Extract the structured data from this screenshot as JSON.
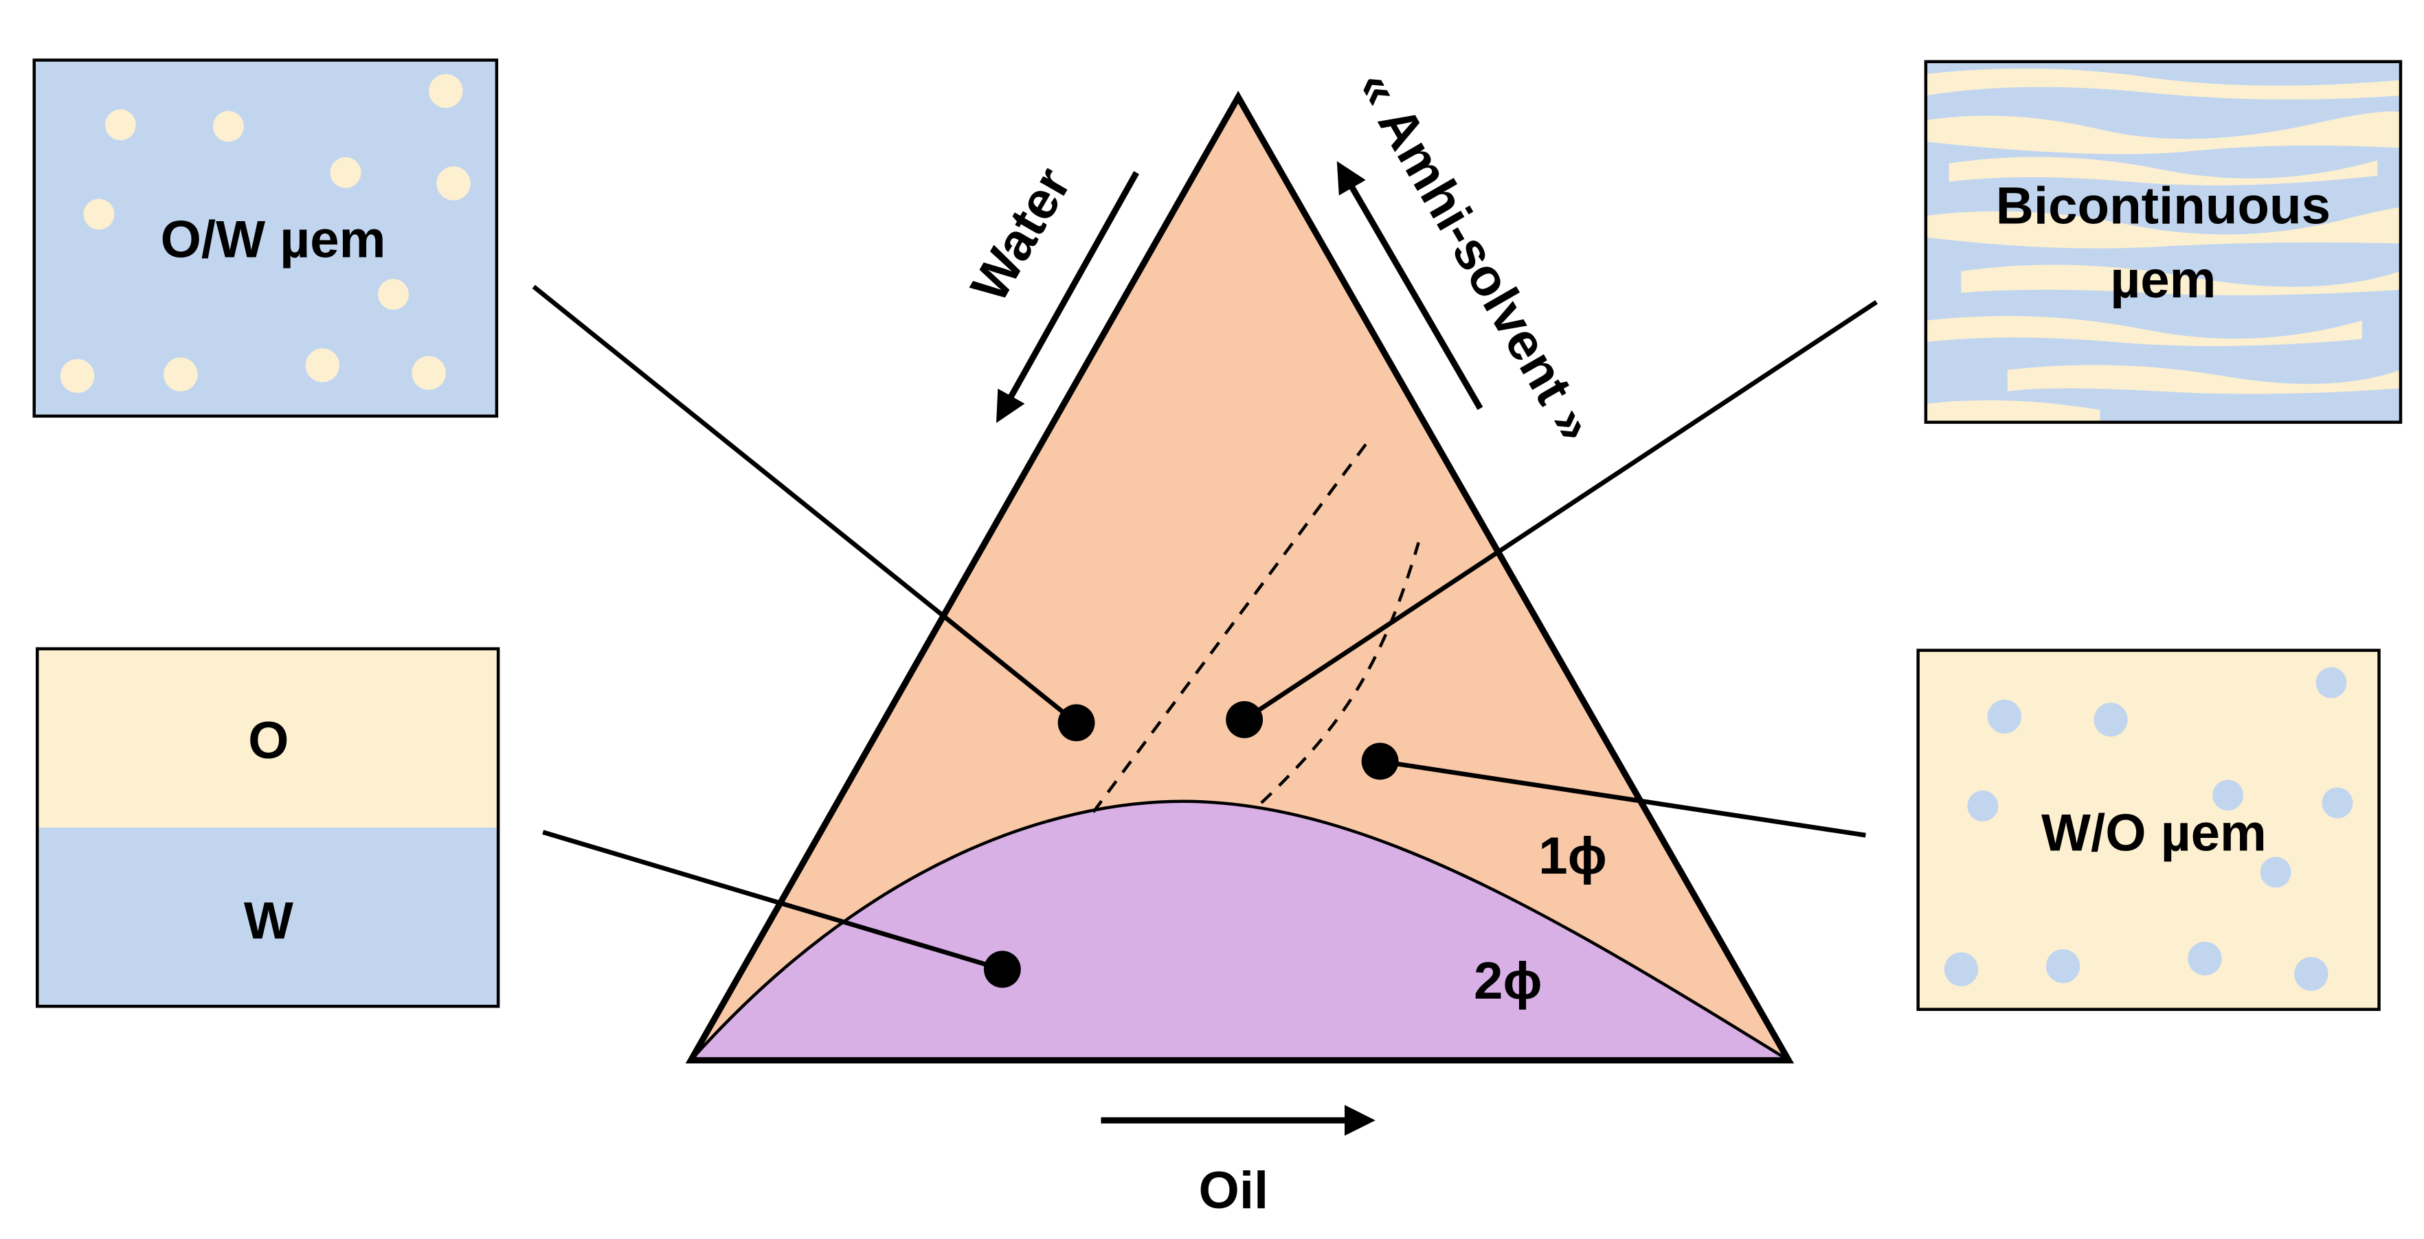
{
  "colors": {
    "one_phase": "#F9C8A7",
    "two_phase": "#D9B0E6",
    "water": "#C2D5EF",
    "oil": "#FDF0D0",
    "ink": "#000000"
  },
  "axes": {
    "water": "Water",
    "amphi": "« Amhi-solvent »",
    "oil": "Oil"
  },
  "regions": {
    "one_phase": "1ϕ",
    "two_phase": "2ϕ"
  },
  "boxes": {
    "ow": {
      "label": "O/W µem",
      "medium": "water",
      "droplets": "oil"
    },
    "bicontinuous": {
      "line1": "Bicontinuous",
      "line2": "µem"
    },
    "separated": {
      "top": "O",
      "bottom": "W"
    },
    "wo": {
      "label": "W/O µem",
      "medium": "oil",
      "droplets": "water"
    }
  }
}
